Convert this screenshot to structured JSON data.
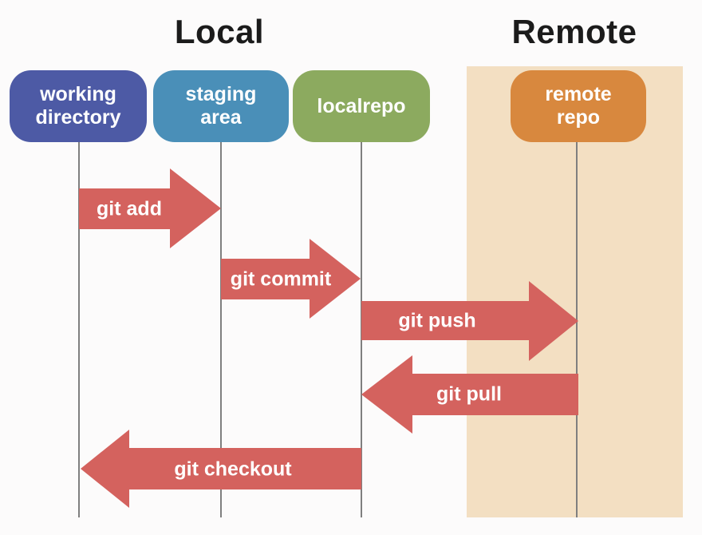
{
  "diagram": {
    "titles": {
      "local": "Local",
      "remote": "Remote"
    },
    "nodes": [
      {
        "id": "working-directory",
        "label": "working\ndirectory",
        "color": "#4d5aa5"
      },
      {
        "id": "staging-area",
        "label": "staging\narea",
        "color": "#4a8fb8"
      },
      {
        "id": "localrepo",
        "label": "localrepo",
        "color": "#8caa5f"
      },
      {
        "id": "remote-repo",
        "label": "remote\nrepo",
        "color": "#d8883e"
      }
    ],
    "arrows": [
      {
        "id": "git-add",
        "label": "git add",
        "direction": "right",
        "from": "working directory",
        "to": "staging area"
      },
      {
        "id": "git-commit",
        "label": "git commit",
        "direction": "right",
        "from": "staging area",
        "to": "localrepo"
      },
      {
        "id": "git-push",
        "label": "git push",
        "direction": "right",
        "from": "localrepo",
        "to": "remote repo"
      },
      {
        "id": "git-pull",
        "label": "git pull",
        "direction": "left",
        "from": "remote repo",
        "to": "localrepo"
      },
      {
        "id": "git-checkout",
        "label": "git checkout",
        "direction": "left",
        "from": "localrepo",
        "to": "working directory"
      }
    ],
    "colors": {
      "arrow": "#d4625e",
      "remote_bg": "#f3dfc2",
      "lifeline": "#7f7f7f",
      "title": "#1b1b1b",
      "label_text": "#ffffff",
      "page_bg": "#fcfbfb"
    }
  }
}
